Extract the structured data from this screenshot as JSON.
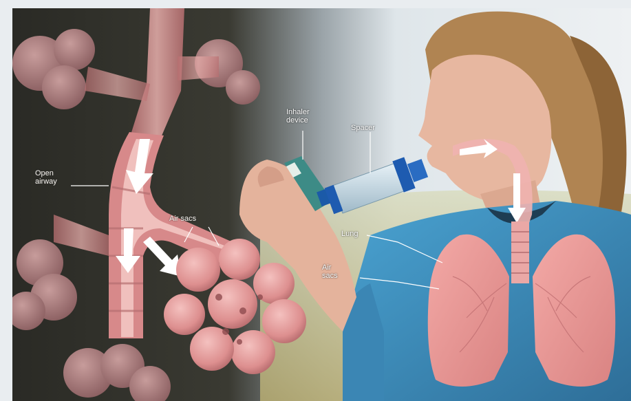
{
  "labels": {
    "open_airway_line1": "Open",
    "open_airway_line2": "airway",
    "air_sacs_left": "Air sacs",
    "inhaler_line1": "Inhaler",
    "inhaler_line2": "device",
    "spacer": "Spacer",
    "lung": "Lung",
    "air_sacs_right_line1": "Air",
    "air_sacs_right_line2": "sacs"
  },
  "colors": {
    "frame": "#e9edf0",
    "dark_bg": "#2b2b26",
    "tissue": "#e7a3a0",
    "tissue_dark": "#b46e70",
    "shirt": "#3f8fbe",
    "hair": "#b08452",
    "skin": "#e7b7a0",
    "grass": "#cfc79a"
  }
}
